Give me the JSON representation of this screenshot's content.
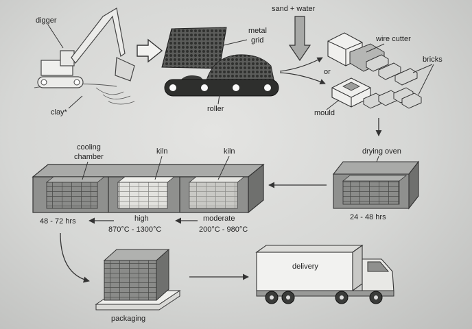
{
  "labels": {
    "digger": "digger",
    "clay": "clay*",
    "metal_grid_1": "metal",
    "metal_grid_2": "grid",
    "roller": "roller",
    "sand_water": "sand + water",
    "or": "or",
    "wire_cutter": "wire cutter",
    "bricks": "bricks",
    "mould": "mould",
    "drying_oven": "drying oven",
    "drying_time": "24 - 48 hrs",
    "cooling_chamber_1": "cooling",
    "cooling_chamber_2": "chamber",
    "kiln_left": "kiln",
    "kiln_right": "kiln",
    "cooling_time": "48 - 72 hrs",
    "high": "high",
    "high_temp": "870°C - 1300°C",
    "moderate": "moderate",
    "moderate_temp": "200°C - 980°C",
    "packaging": "packaging",
    "delivery": "delivery"
  },
  "colors": {
    "line": "#333333",
    "box_front": "#8f908e",
    "box_top": "#a9aaa8",
    "box_side": "#6f706e",
    "brick_dark": "#8a8b89",
    "brick_light": "#e2e2de",
    "truck_body": "#f2f2f0"
  }
}
